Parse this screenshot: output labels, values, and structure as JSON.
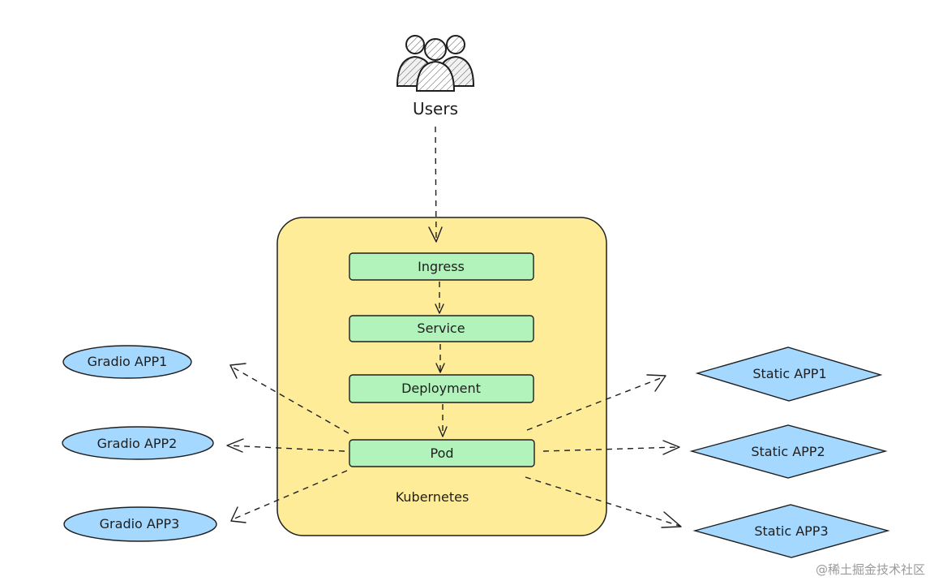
{
  "users": {
    "label": "Users",
    "icon": "users-icon"
  },
  "cluster": {
    "label": "Kubernetes",
    "fill": "#ffec99"
  },
  "components": [
    {
      "id": "ingress",
      "label": "Ingress"
    },
    {
      "id": "service",
      "label": "Service"
    },
    {
      "id": "deployment",
      "label": "Deployment"
    },
    {
      "id": "pod",
      "label": "Pod"
    }
  ],
  "gradio_apps": [
    {
      "label": "Gradio APP1"
    },
    {
      "label": "Gradio APP2"
    },
    {
      "label": "Gradio APP3"
    }
  ],
  "static_apps": [
    {
      "label": "Static APP1"
    },
    {
      "label": "Static APP2"
    },
    {
      "label": "Static APP3"
    }
  ],
  "colors": {
    "component_fill": "#b2f2bb",
    "app_fill": "#a5d8ff",
    "stroke": "#1e1e1e",
    "cluster_fill": "#ffec99"
  },
  "watermark": "@稀土掘金技术社区"
}
